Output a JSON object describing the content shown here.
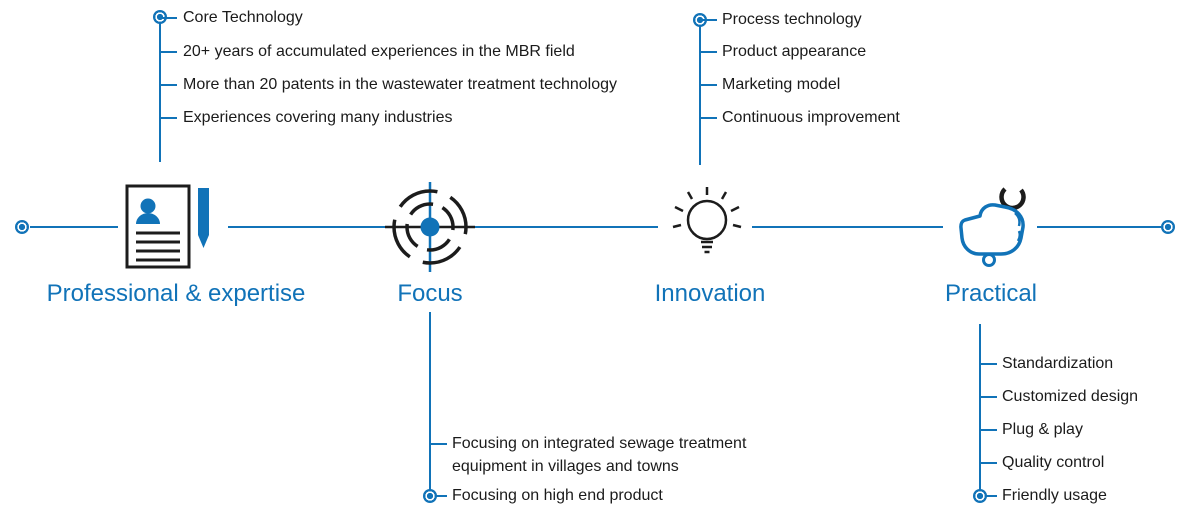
{
  "palette": {
    "accent_blue": "#1173b8",
    "text_dark": "#1b1b1b"
  },
  "nodes": [
    {
      "id": "professional",
      "label": "Professional & expertise",
      "icon": "resume-icon",
      "branch": "top",
      "items": [
        "Core Technology",
        "20+ years of accumulated experiences in the MBR field",
        "More than 20 patents in the wastewater treatment technology",
        "Experiences covering many industries"
      ]
    },
    {
      "id": "focus",
      "label": "Focus",
      "icon": "target-icon",
      "branch": "bottom",
      "items": [
        "Focusing on integrated sewage treatment equipment in villages and towns",
        "Focusing on high end product"
      ]
    },
    {
      "id": "innovation",
      "label": "Innovation",
      "icon": "lightbulb-icon",
      "branch": "top",
      "items": [
        "Process technology",
        "Product appearance",
        "Marketing model",
        "Continuous improvement"
      ]
    },
    {
      "id": "practical",
      "label": "Practical",
      "icon": "wrench-hand-icon",
      "branch": "bottom",
      "items": [
        "Standardization",
        "Customized design",
        "Plug & play",
        "Quality control",
        "Friendly usage"
      ]
    }
  ]
}
